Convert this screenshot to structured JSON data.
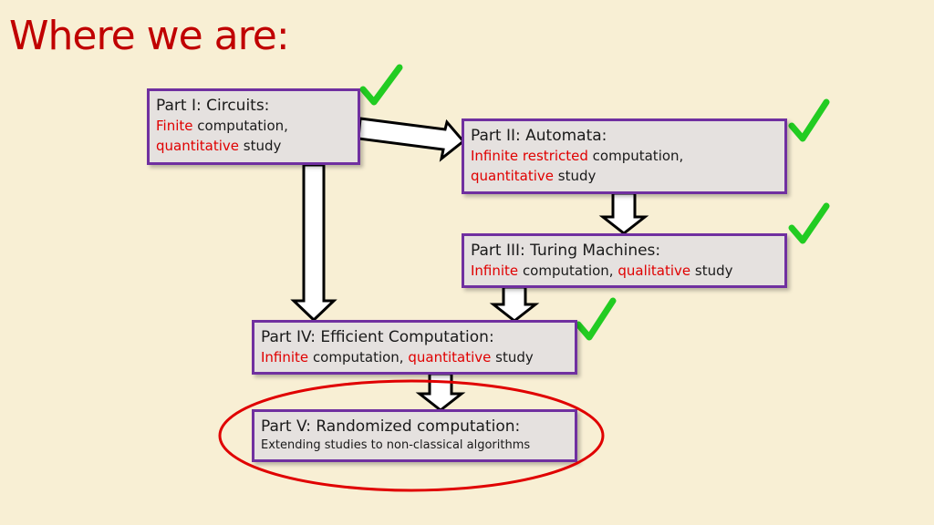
{
  "slide": {
    "title": "Where we are:"
  },
  "colors": {
    "title": "#c00000",
    "highlight": "#e00000",
    "box_border": "#7030a0",
    "check": "#22cc22",
    "ellipse": "#e00000"
  },
  "parts": {
    "p1": {
      "title": "Part I: Circuits:",
      "l1a": "Finite",
      "l1b": " computation,",
      "l2a": "quantitative",
      "l2b": " study",
      "completed": true
    },
    "p2": {
      "title": "Part II: Automata:",
      "l1a": "Infinite restricted",
      "l1b": " computation,",
      "l2a": "quantitative",
      "l2b": " study",
      "completed": true
    },
    "p3": {
      "title": "Part III: Turing Machines:",
      "l1a": "Infinite",
      "l1b": " computation, ",
      "l1c": "qualitative",
      "l1d": " study",
      "completed": true
    },
    "p4": {
      "title": "Part IV: Efficient Computation:",
      "l1a": "Infinite",
      "l1b": " computation, ",
      "l1c": "quantitative",
      "l1d": " study",
      "completed": true
    },
    "p5": {
      "title": "Part V: Randomized computation:",
      "sub": "Extending studies to non-classical algorithms",
      "current": true
    }
  },
  "icons": {
    "check": "checkmark-icon"
  }
}
